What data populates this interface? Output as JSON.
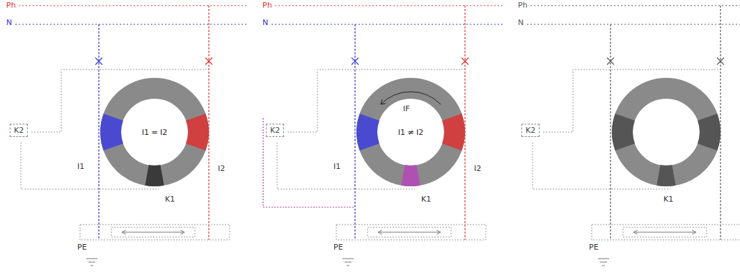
{
  "diagram": {
    "nodes": [
      {
        "text": [
          "K2"
        ]
      },
      {
        "text": [
          "I1 = I2"
        ]
      },
      {
        "text": [
          "K2"
        ]
      },
      {
        "text": [
          "I1 ≠ I2"
        ]
      },
      {
        "text": [
          "K2"
        ]
      }
    ],
    "labels": [
      "Ph",
      "N",
      "I1",
      "I2",
      "K1",
      "PE",
      "Ph",
      "N",
      "IF",
      "I1",
      "I2",
      "K1",
      "PE",
      "Ph",
      "N",
      "K1",
      "PE"
    ]
  }
}
